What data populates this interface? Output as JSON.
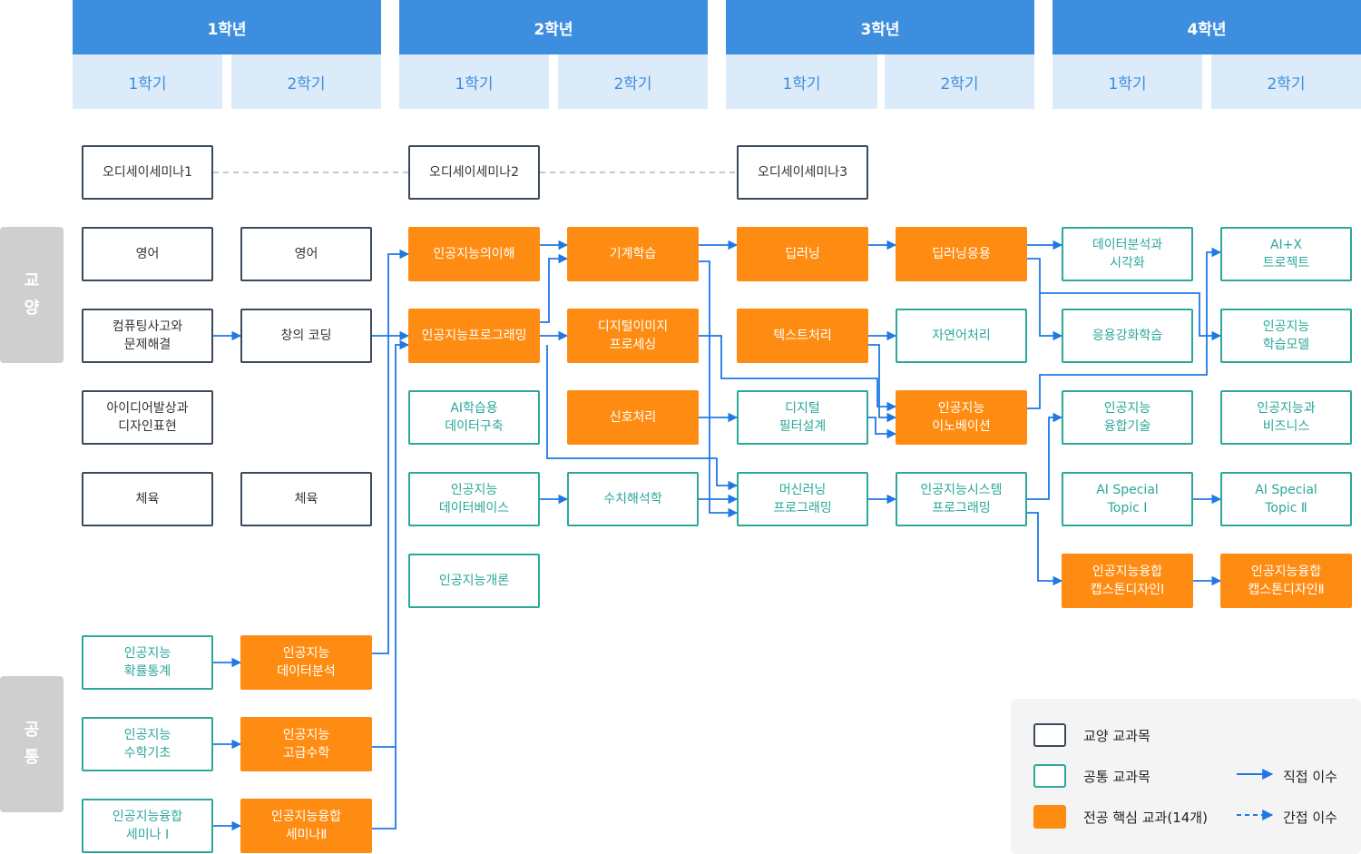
{
  "years": [
    "1학년",
    "2학년",
    "3학년",
    "4학년"
  ],
  "semesters": [
    "1학기",
    "2학기",
    "1학기",
    "2학기",
    "1학기",
    "2학기",
    "1학기",
    "2학기"
  ],
  "side_labels": {
    "general": [
      "교",
      "양"
    ],
    "common": [
      "공",
      "통"
    ]
  },
  "courses": {
    "odi1": [
      "오디세이세미나1"
    ],
    "odi2": [
      "오디세이세미나2"
    ],
    "odi3": [
      "오디세이세미나3"
    ],
    "eng1": [
      "영어"
    ],
    "eng2": [
      "영어"
    ],
    "ct": [
      "컴퓨팅사고와",
      "문제해결"
    ],
    "cc": [
      "창의 코딩"
    ],
    "idea": [
      "아이디어발상과",
      "디자인표현"
    ],
    "pe1": [
      "체육"
    ],
    "pe2": [
      "체육"
    ],
    "ai_intro_u": [
      "인공지능의이해"
    ],
    "ai_prog": [
      "인공지능프로그래밍"
    ],
    "ai_data": [
      "AI학습용",
      "데이터구축"
    ],
    "ai_db": [
      "인공지능",
      "데이터베이스"
    ],
    "ai_overview": [
      "인공지능개론"
    ],
    "ml": [
      "기계학습"
    ],
    "dip": [
      "디지털이미지",
      "프로세싱"
    ],
    "sig": [
      "신호처리"
    ],
    "num": [
      "수치해석학"
    ],
    "dl": [
      "딥러닝"
    ],
    "text": [
      "텍스트처리"
    ],
    "dfd": [
      "디지털",
      "필터설계"
    ],
    "mlp": [
      "머신러닝",
      "프로그래밍"
    ],
    "dla": [
      "딥러닝응용"
    ],
    "nlp": [
      "자연어처리"
    ],
    "inno": [
      "인공지능",
      "이노베이션"
    ],
    "sysp": [
      "인공지능시스템",
      "프로그래밍"
    ],
    "dav": [
      "데이터분석과",
      "시각화"
    ],
    "rl": [
      "응용강화학습"
    ],
    "fuse": [
      "인공지능",
      "융합기술"
    ],
    "topic1": [
      "AI Special",
      "Topic Ⅰ"
    ],
    "cap1": [
      "인공지능융합",
      "캡스톤디자인Ⅰ"
    ],
    "aix": [
      "AI+X",
      "트로젝트"
    ],
    "model": [
      "인공지능",
      "학습모델"
    ],
    "biz": [
      "인공지능과",
      "비즈니스"
    ],
    "topic2": [
      "AI Special",
      "Topic Ⅱ"
    ],
    "cap2": [
      "인공지능융합",
      "캡스톤디자인Ⅱ"
    ],
    "prob": [
      "인공지능",
      "확률통계"
    ],
    "da": [
      "인공지능",
      "데이터분석"
    ],
    "mathb": [
      "인공지능",
      "수학기초"
    ],
    "matha": [
      "인공지능",
      "고급수학"
    ],
    "sem1": [
      "인공지능융합",
      "세미나 Ⅰ"
    ],
    "sem2": [
      "인공지능융합",
      "세미나Ⅱ"
    ]
  },
  "legend": {
    "general": "교양 교과목",
    "common": "공통 교과목",
    "core": "전공 핵심 교과(14개)",
    "direct": "직접 이수",
    "indirect": "간접 이수"
  },
  "colors": {
    "header": "#3d8ede",
    "semester_bg": "#dcebf9",
    "general_border": "#3b4a5a",
    "common_border": "#2ba89a",
    "core_fill": "#ff8c12",
    "arrow": "#1f78e6",
    "dashed": "#c8c8c8"
  }
}
